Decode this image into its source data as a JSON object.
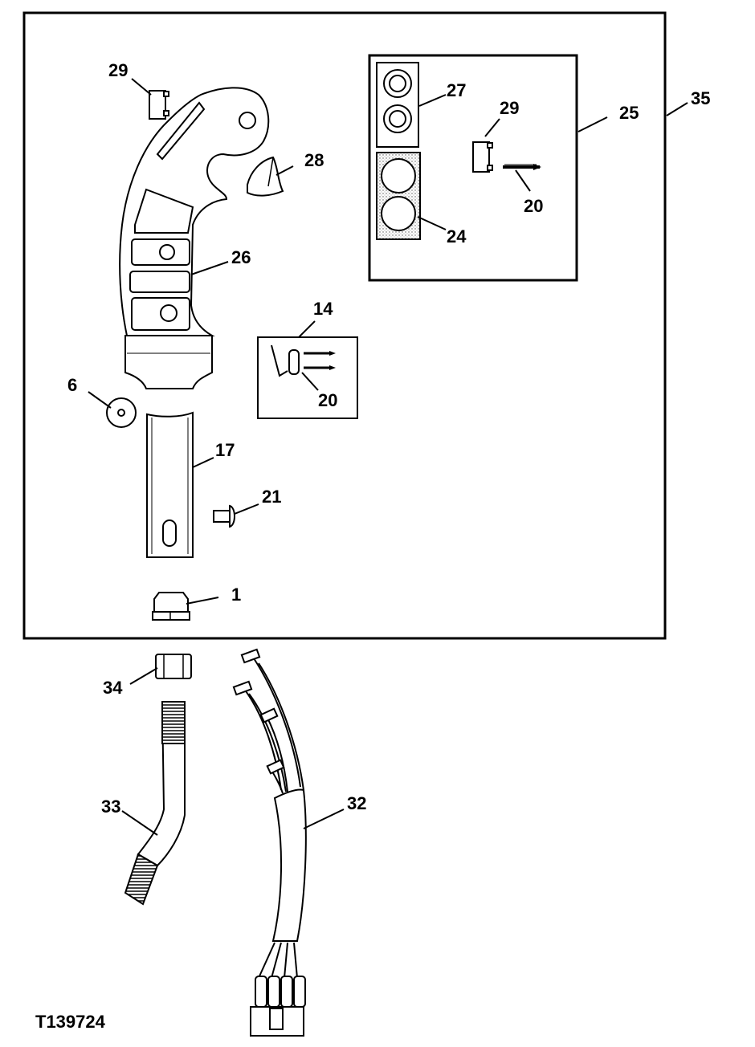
{
  "figure_id": "T139724",
  "callouts": {
    "c1": "1",
    "c6": "6",
    "c14": "14",
    "c17": "17",
    "c20a": "20",
    "c20b": "20",
    "c21": "21",
    "c24": "24",
    "c25": "25",
    "c26": "26",
    "c27": "27",
    "c28": "28",
    "c29a": "29",
    "c29b": "29",
    "c32": "32",
    "c33": "33",
    "c34": "34",
    "c35": "35"
  }
}
